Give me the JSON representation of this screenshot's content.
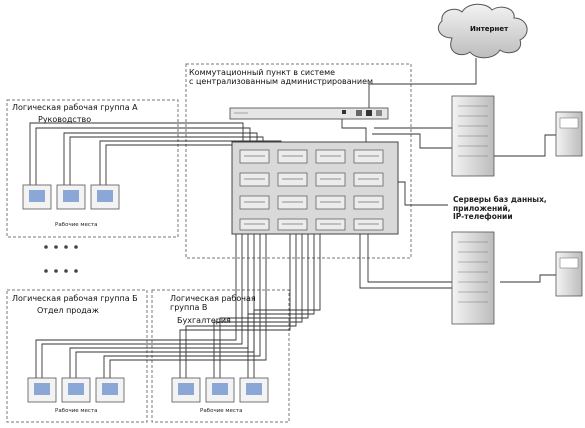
{
  "cloud": {
    "label": "Интернет"
  },
  "center": {
    "title": "Коммутационный пункт в системе\nс централизованным администрированием"
  },
  "groups": {
    "a": {
      "title": "Логическая рабочая группа А",
      "subtitle": "Руководство",
      "ws_label": "Рабочие места"
    },
    "b": {
      "title": "Логическая рабочая группа Б",
      "subtitle": "Отдел продаж",
      "ws_label": "Рабочие места"
    },
    "c": {
      "title": "Логическая рабочая группа В",
      "subtitle": "Бухгалтерия",
      "ws_label": "Рабочие места"
    }
  },
  "servers": {
    "label": "Серверы баз данных,\nприложений,\nIP-телефонии"
  }
}
